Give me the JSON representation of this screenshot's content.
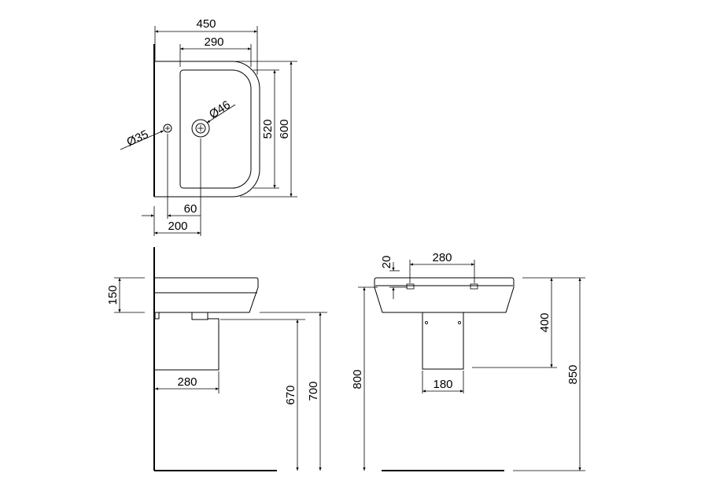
{
  "plan_view": {
    "dims": {
      "width_total": "450",
      "bowl_width": "290",
      "depth_total": "600",
      "bowl_depth": "520",
      "waste_hole": "Ø46",
      "tap_hole": "Ø35",
      "tap_offset": "60",
      "waste_offset": "200"
    }
  },
  "side_view": {
    "dims": {
      "basin_height": "150",
      "pedestal_depth": "280",
      "height_670": "670",
      "height_700": "700"
    }
  },
  "front_view": {
    "dims": {
      "rim_20": "20",
      "fixing_centres": "280",
      "height_400": "400",
      "pedestal_width": "180",
      "height_800": "800",
      "height_850": "850"
    }
  }
}
